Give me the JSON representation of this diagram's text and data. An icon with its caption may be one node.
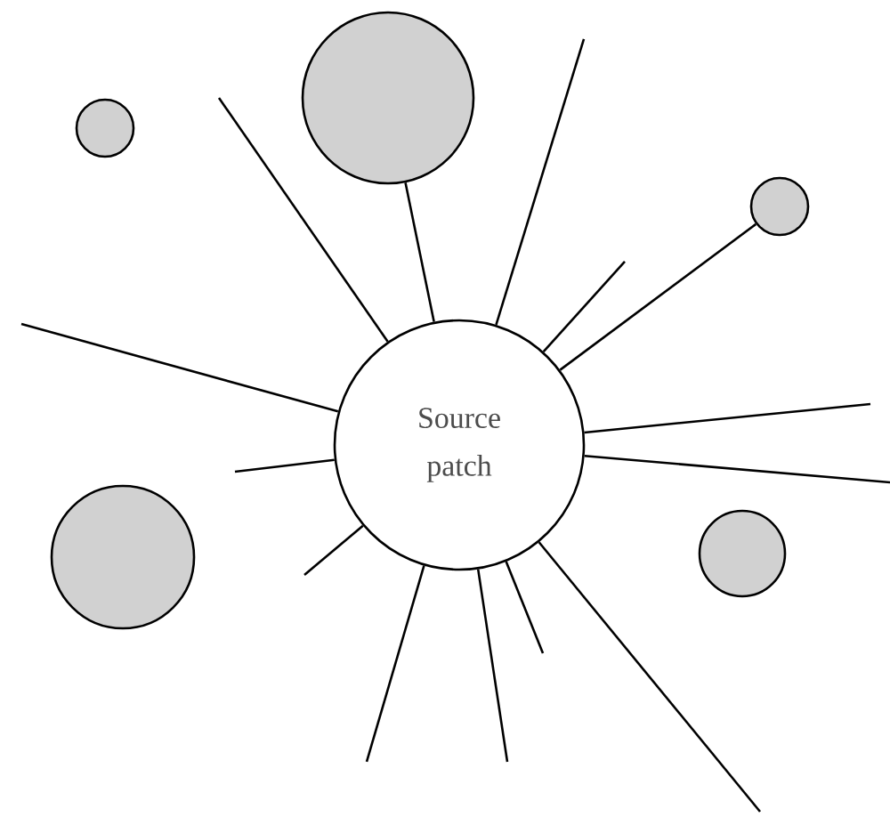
{
  "diagram": {
    "nodes": [
      {
        "text": [],
        "shape": "circle"
      },
      {
        "text": [],
        "shape": "circle"
      },
      {
        "text": [],
        "shape": "circle"
      },
      {
        "text": [
          "Source patch"
        ]
      },
      {
        "text": [],
        "shape": "circle"
      },
      {
        "text": [],
        "shape": "circle"
      }
    ],
    "edges": [
      {
        "from": 3,
        "to": 0,
        "arrow": "none"
      },
      {
        "from": 3,
        "to": 2,
        "arrow": "none"
      },
      {
        "from": 3,
        "to": null,
        "arrow": "none"
      },
      {
        "from": 3,
        "to": null,
        "arrow": "none"
      },
      {
        "from": 3,
        "to": null,
        "arrow": "none"
      },
      {
        "from": 3,
        "to": null,
        "arrow": "none"
      },
      {
        "from": 3,
        "to": null,
        "arrow": "none"
      },
      {
        "from": 3,
        "to": null,
        "arrow": "none"
      },
      {
        "from": 3,
        "to": null,
        "arrow": "none"
      },
      {
        "from": 3,
        "to": null,
        "arrow": "none"
      },
      {
        "from": 3,
        "to": null,
        "arrow": "none"
      },
      {
        "from": 3,
        "to": null,
        "arrow": "none"
      },
      {
        "from": 3,
        "to": null,
        "arrow": "none"
      },
      {
        "from": 3,
        "to": null,
        "arrow": "none"
      }
    ]
  }
}
